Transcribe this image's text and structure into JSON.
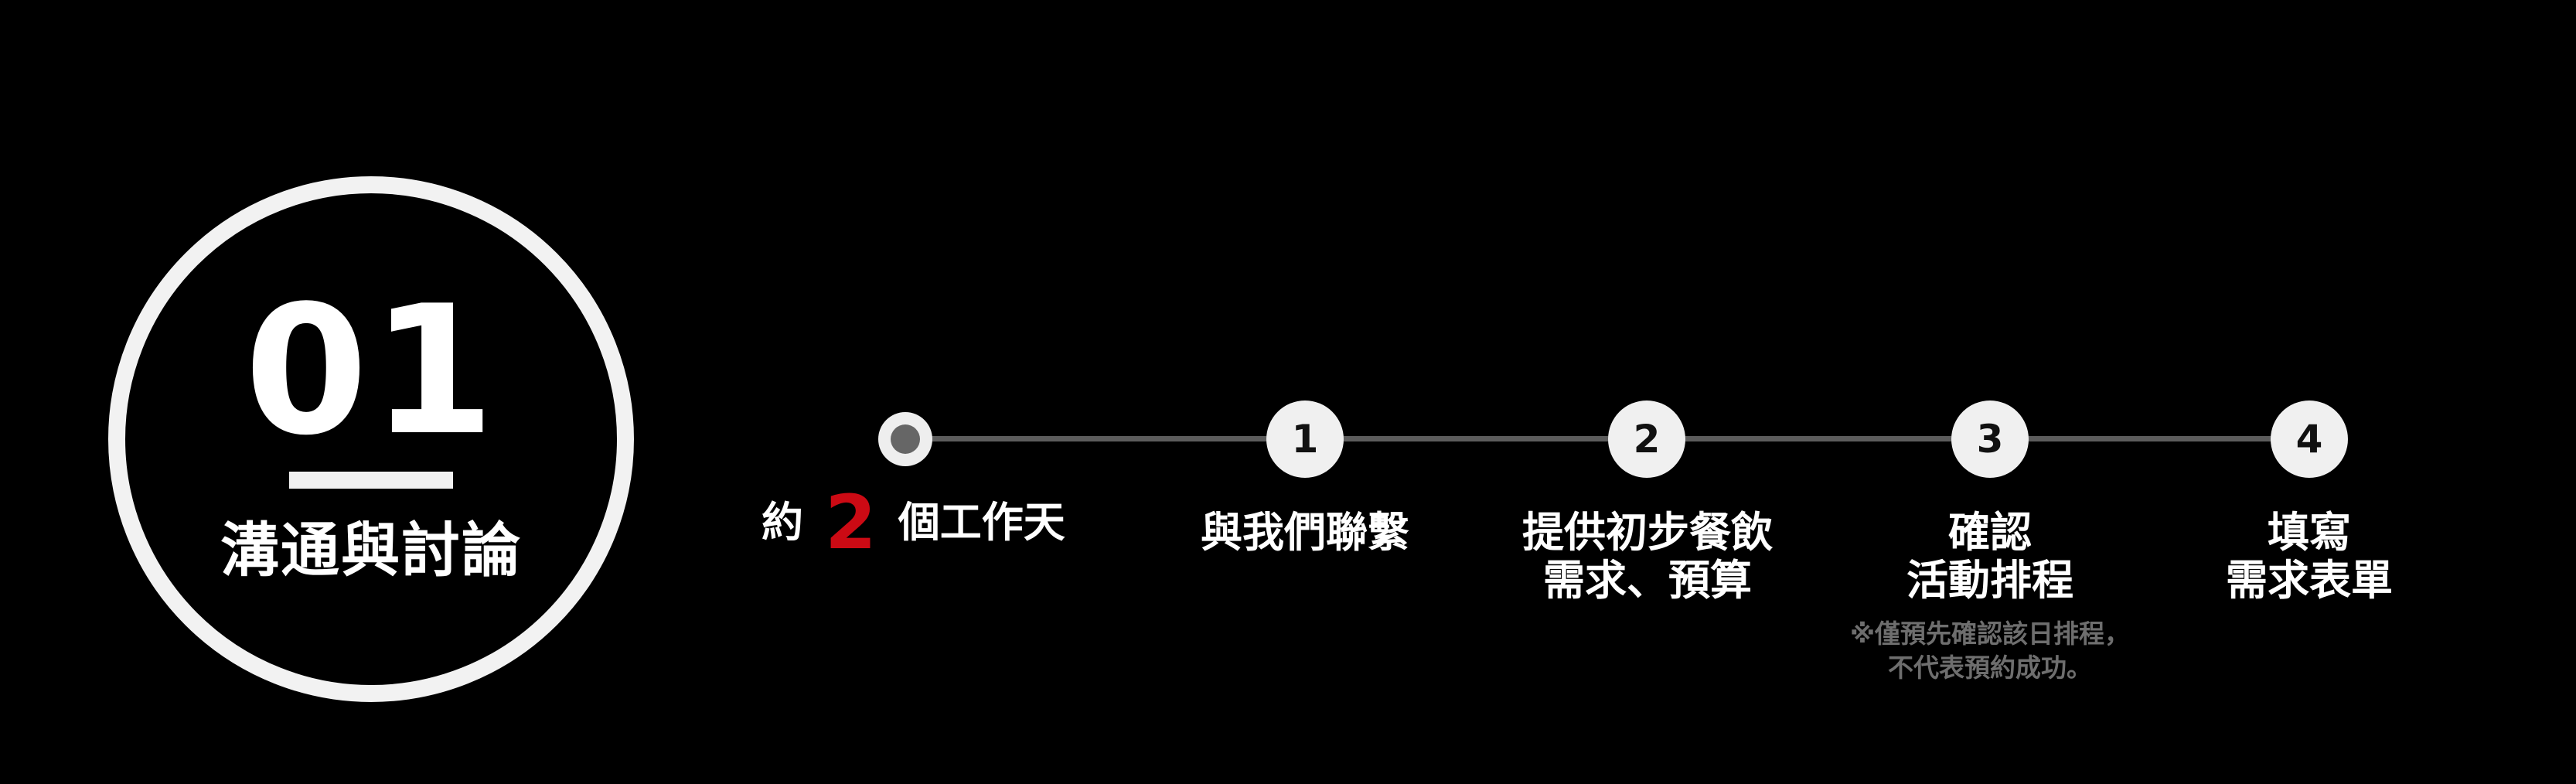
{
  "phase": {
    "number": "01",
    "title": "溝通與討論"
  },
  "duration": {
    "prefix": "約",
    "value": "2",
    "suffix": "個工作天"
  },
  "steps": [
    {
      "number": "1",
      "label_lines": [
        "與我們聯繫"
      ]
    },
    {
      "number": "2",
      "label_lines": [
        "提供初步餐飲",
        "需求、預算"
      ]
    },
    {
      "number": "3",
      "label_lines": [
        "確認",
        "活動排程"
      ]
    },
    {
      "number": "4",
      "label_lines": [
        "填寫",
        "需求表單"
      ]
    }
  ],
  "note": {
    "lines": [
      "※僅預先確認該日排程，",
      "不代表預約成功。"
    ]
  },
  "colors": {
    "background": "#000000",
    "accent_red": "#cc0a14",
    "circle": "#f2f2f2",
    "timeline": "#5c5c5c",
    "note_gray": "#6e6e6e"
  }
}
